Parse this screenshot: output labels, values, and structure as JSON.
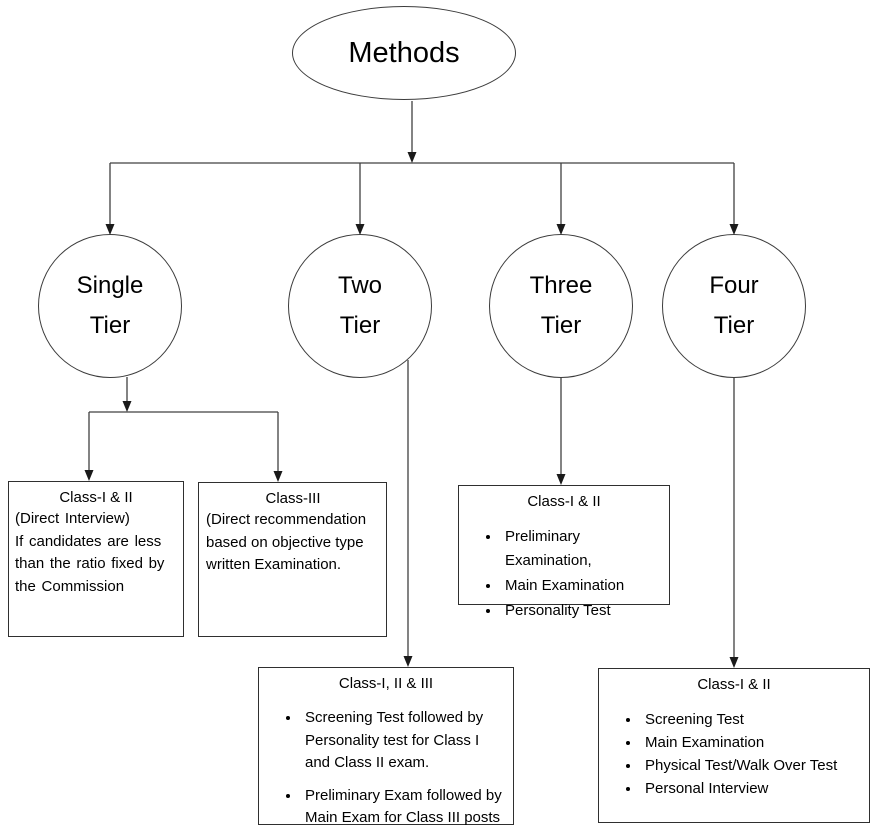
{
  "diagram": {
    "title": "Methods",
    "root": {
      "label": "Methods"
    },
    "tiers": [
      {
        "id": "single-tier",
        "label": "Single\nTier"
      },
      {
        "id": "two-tier",
        "label": "Two\nTier"
      },
      {
        "id": "three-tier",
        "label": "Three\nTier"
      },
      {
        "id": "four-tier",
        "label": "Four\nTier"
      }
    ],
    "boxes": {
      "single_left": {
        "title": "Class-I & II",
        "body": "(Direct Interview)\nIf candidates are less\nthan the ratio fixed by\nthe Commission"
      },
      "single_right": {
        "title": "Class-III",
        "body": "(Direct recommendation\nbased on objective type\nwritten Examination."
      },
      "two": {
        "title": "Class-I, II & III",
        "bullets": [
          "Screening Test followed by\nPersonality test for Class I\nand Class II exam.",
          "Preliminary Exam followed by\nMain Exam for Class III posts"
        ]
      },
      "three": {
        "title": "Class-I & II",
        "bullets": [
          "Preliminary Examination,",
          "Main Examination",
          "Personality Test"
        ]
      },
      "four": {
        "title": "Class-I & II",
        "bullets": [
          "Screening Test",
          "Main Examination",
          "Physical Test/Walk Over Test",
          "Personal Interview"
        ]
      }
    }
  },
  "colors": {
    "line": "#404040",
    "arrowhead": "#1a1a1a",
    "text": "#000000",
    "background": "#ffffff"
  }
}
